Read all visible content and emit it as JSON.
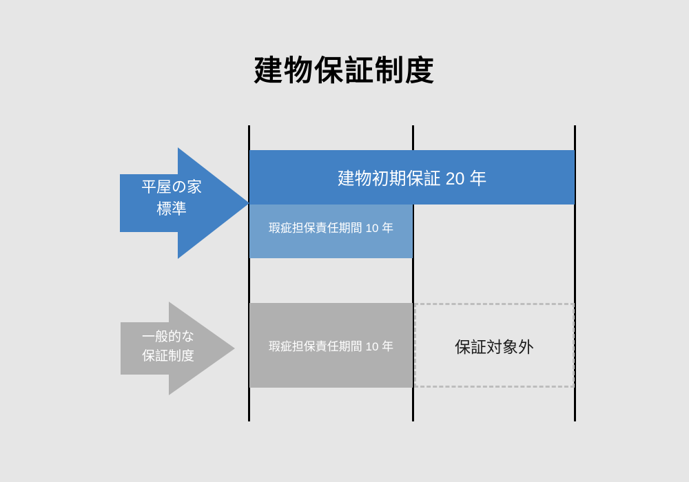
{
  "page": {
    "title": "建物保証制度",
    "background_color": "#e6e6e6"
  },
  "colors": {
    "primary_blue": "#4281c4",
    "secondary_blue": "#6f9fcc",
    "general_gray": "#b0b0b0",
    "dashed_border": "#bdbdbd",
    "axis": "#000000",
    "text_light": "#ffffff",
    "text_dark": "#000000"
  },
  "rows": [
    {
      "id": "hiraya-standard",
      "arrow_label_line1": "平屋の家",
      "arrow_label_line2": "標準",
      "arrow_color": "#4281c4",
      "bars": [
        {
          "id": "initial-warranty",
          "label": "建物初期保証 20 年",
          "years": 20,
          "color": "#4281c4"
        },
        {
          "id": "defect-liability",
          "label": "瑕疵担保責任期間 10 年",
          "years": 10,
          "color": "#6f9fcc"
        }
      ]
    },
    {
      "id": "general-warranty",
      "arrow_label_line1": "一般的な",
      "arrow_label_line2": "保証制度",
      "arrow_color": "#b0b0b0",
      "bars": [
        {
          "id": "defect-liability-general",
          "label": "瑕疵担保責任期間 10 年",
          "years": 10,
          "color": "#b0b0b0"
        },
        {
          "id": "not-covered",
          "label": "保証対象外",
          "years": 10,
          "color": "transparent"
        }
      ]
    }
  ],
  "chart_data": {
    "type": "bar",
    "title": "建物保証制度",
    "xlabel": "",
    "ylabel": "",
    "orientation": "horizontal",
    "x_axis_gridlines_years": [
      0,
      10,
      20
    ],
    "xlim": [
      0,
      20
    ],
    "grid": true,
    "legend": "none",
    "categories": [
      "平屋の家 標準",
      "一般的な 保証制度"
    ],
    "series": [
      {
        "name": "建物初期保証",
        "values": [
          20,
          0
        ],
        "labels": [
          "建物初期保証 20 年",
          ""
        ],
        "color": "#4281c4"
      },
      {
        "name": "瑕疵担保責任期間",
        "values": [
          10,
          10
        ],
        "labels": [
          "瑕疵担保責任期間 10 年",
          "瑕疵担保責任期間 10 年"
        ],
        "color": "#6f9fcc"
      },
      {
        "name": "保証対象外",
        "values": [
          0,
          10
        ],
        "labels": [
          "",
          "保証対象外"
        ],
        "color": "transparent",
        "style": "dashed-outline"
      }
    ],
    "annotations": [
      {
        "text": "建物初期保証 20 年",
        "row": 0
      },
      {
        "text": "瑕疵担保責任期間 10 年",
        "row": 0
      },
      {
        "text": "瑕疵担保責任期間 10 年",
        "row": 1
      },
      {
        "text": "保証対象外",
        "row": 1
      }
    ]
  }
}
